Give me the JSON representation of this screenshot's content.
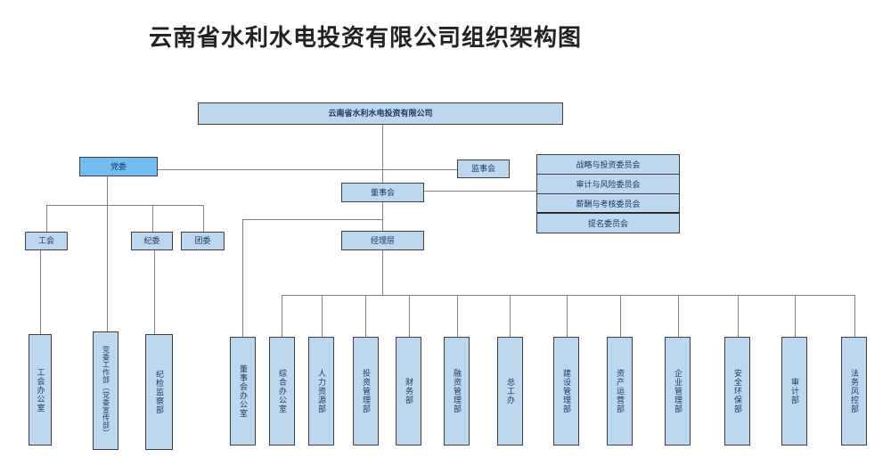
{
  "title": "云南省水利水电投资有限公司组织架构图",
  "colors": {
    "box_fill": "#bdd7ee",
    "accent_fill": "#74bdf0",
    "box_border": "#404040",
    "line": "#808080",
    "box_text": "#17375e"
  },
  "nodes": {
    "company": "云南省水利水电投资有限公司",
    "party_committee": "党委",
    "supervisory_board": "监事会",
    "board_of_directors": "董事会",
    "management": "经理层",
    "labor_union": "工会",
    "discipline_committee": "纪委",
    "youth_league": "团委",
    "committees": [
      "战略与投资委员会",
      "审计与风险委员会",
      "薪酬与考核委员会",
      "提名委员会"
    ],
    "left_depts": [
      "工会办公室",
      "党委工作部（党委宣传部）",
      "纪检监察部"
    ],
    "bottom_depts": [
      "董事会办公室",
      "综合办公室",
      "人力资源部",
      "投资管理部",
      "财务部",
      "融资管理部",
      "总工办",
      "建设管理部",
      "资产运营部",
      "企业管理部",
      "安全环保部",
      "审计部",
      "法务风控部"
    ]
  },
  "hierarchy": {
    "云南省水利水电投资有限公司": [
      "党委",
      "监事会",
      "董事会"
    ],
    "党委": [
      "工会",
      "纪委",
      "团委",
      "党委工作部（党委宣传部）"
    ],
    "工会": [
      "工会办公室"
    ],
    "纪委": [
      "纪检监察部"
    ],
    "董事会": [
      "战略与投资委员会",
      "审计与风险委员会",
      "薪酬与考核委员会",
      "提名委员会",
      "董事会办公室",
      "经理层"
    ],
    "经理层": [
      "综合办公室",
      "人力资源部",
      "投资管理部",
      "财务部",
      "融资管理部",
      "总工办",
      "建设管理部",
      "资产运营部",
      "企业管理部",
      "安全环保部",
      "审计部",
      "法务风控部"
    ]
  }
}
